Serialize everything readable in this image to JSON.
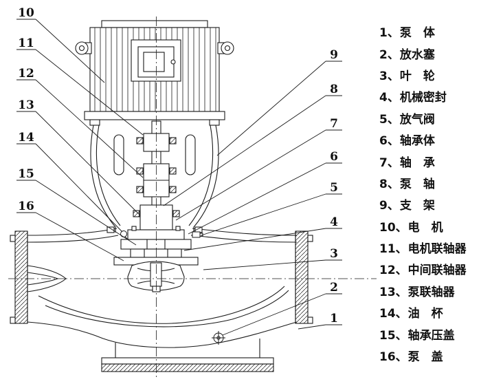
{
  "colors": {
    "background": "#ffffff",
    "line": "#1a1a1a",
    "text": "#111111"
  },
  "diagram": {
    "callouts_left": [
      "10",
      "11",
      "12",
      "13",
      "14",
      "15",
      "16"
    ],
    "callouts_right": [
      "9",
      "8",
      "7",
      "6",
      "5",
      "4",
      "3",
      "2",
      "1"
    ]
  },
  "legend": {
    "items": [
      {
        "num": "1、",
        "name": "泵　体"
      },
      {
        "num": "2、",
        "name": "放水塞"
      },
      {
        "num": "3、",
        "name": "叶　轮"
      },
      {
        "num": "4、",
        "name": "机械密封"
      },
      {
        "num": "5、",
        "name": "放气阀"
      },
      {
        "num": "6、",
        "name": "轴承体"
      },
      {
        "num": "7、",
        "name": "轴　承"
      },
      {
        "num": "8、",
        "name": "泵　轴"
      },
      {
        "num": "9、",
        "name": "支　架"
      },
      {
        "num": "10、",
        "name": "电　机"
      },
      {
        "num": "11、",
        "name": "电机联轴器"
      },
      {
        "num": "12、",
        "name": "中间联轴器"
      },
      {
        "num": "13、",
        "name": "泵联轴器"
      },
      {
        "num": "14、",
        "name": "油　杯"
      },
      {
        "num": "15、",
        "name": "轴承压盖"
      },
      {
        "num": "16、",
        "name": "泵　盖"
      }
    ]
  }
}
